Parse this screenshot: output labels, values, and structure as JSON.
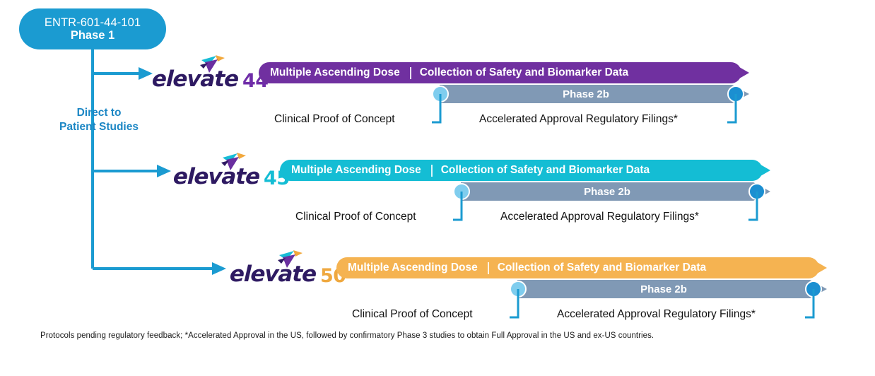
{
  "start": {
    "line1": "ENTR-601-44-101",
    "line2": "Phase 1",
    "color": "#1B9BD1"
  },
  "branch_label": {
    "line1": "Direct to",
    "line2": "Patient Studies",
    "color": "#1B86C4"
  },
  "common": {
    "segment1": "Multiple Ascending Dose",
    "segment2": "Collection of Safety and Biomarker Data",
    "phase_label": "Phase 2b",
    "caption_left": "Clinical Proof of Concept",
    "caption_right": "Accelerated Approval Regulatory Filings*",
    "logo_word": "elevate",
    "phase_bar_color": "#8099B5",
    "dot_start_color": "#7FCDEE",
    "dot_end_color": "#1B8FD1"
  },
  "rows": [
    {
      "program": "elevate44",
      "number": "44",
      "bar_color": "#7030A0",
      "number_color": "#6F2DA8"
    },
    {
      "program": "elevate45",
      "number": "45",
      "bar_color": "#14BDD4",
      "number_color": "#14BDD4"
    },
    {
      "program": "elevate50",
      "number": "50",
      "bar_color": "#F5B351",
      "number_color": "#EFA83F"
    }
  ],
  "footnote": "Protocols pending regulatory feedback; *Accelerated Approval in the US, followed by confirmatory Phase 3 studies to obtain Full Approval in the US and ex-US countries."
}
